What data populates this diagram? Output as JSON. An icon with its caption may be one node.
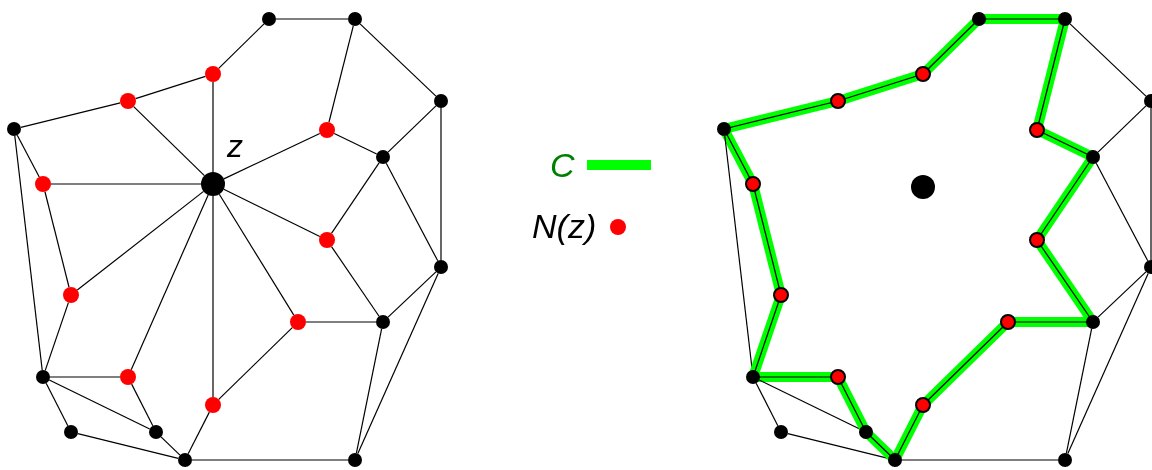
{
  "diagram": {
    "nodes": [
      {
        "text": [],
        "shape": "circle"
      },
      {
        "text": [],
        "shape": "circle"
      },
      {
        "text": [],
        "shape": "circle"
      },
      {
        "text": [],
        "shape": "circle"
      },
      {
        "text": [],
        "shape": "circle"
      },
      {
        "text": [],
        "shape": "circle"
      },
      {
        "text": [],
        "shape": "circle"
      },
      {
        "text": [],
        "shape": "circle"
      },
      {
        "text": [],
        "shape": "circle",
        "beside": [
          "z"
        ]
      },
      {
        "text": [],
        "shape": "circle"
      },
      {
        "text": [],
        "shape": "circle"
      },
      {
        "text": [],
        "shape": "circle"
      },
      {
        "text": [],
        "shape": "circle"
      },
      {
        "text": [],
        "shape": "circle"
      },
      {
        "text": [],
        "shape": "circle"
      },
      {
        "text": [],
        "shape": "circle"
      },
      {
        "text": [],
        "shape": "circle"
      },
      {
        "text": [],
        "shape": "circle"
      },
      {
        "text": [],
        "shape": "circle"
      },
      {
        "text": [],
        "shape": "circle"
      },
      {
        "text": [],
        "shape": "circle"
      },
      {
        "text": [],
        "shape": "circle"
      },
      {
        "text": [],
        "shape": "circle"
      },
      {
        "text": [],
        "shape": "circle"
      },
      {
        "text": [],
        "shape": "circle"
      },
      {
        "text": [],
        "shape": "circle"
      },
      {
        "text": [],
        "shape": "circle"
      },
      {
        "text": [],
        "shape": "circle"
      },
      {
        "text": [],
        "shape": "circle"
      },
      {
        "text": [],
        "shape": "circle"
      },
      {
        "text": [],
        "shape": "circle"
      },
      {
        "text": [],
        "shape": "circle"
      },
      {
        "text": [],
        "shape": "circle"
      },
      {
        "text": [],
        "shape": "circle"
      },
      {
        "text": [],
        "shape": "circle"
      },
      {
        "text": [],
        "shape": "circle"
      },
      {
        "text": [],
        "shape": "circle"
      },
      {
        "text": [],
        "shape": "circle"
      },
      {
        "text": [],
        "shape": "circle"
      },
      {
        "text": [],
        "shape": "circle"
      },
      {
        "text": [],
        "shape": "circle"
      },
      {
        "text": [],
        "shape": "circle"
      },
      {
        "text": [],
        "shape": "circle"
      },
      {
        "text": [],
        "shape": "circle"
      }
    ],
    "edges": [
      {
        "from": 0,
        "to": 1,
        "arrow": "none"
      },
      {
        "from": 1,
        "to": 4,
        "arrow": "none"
      },
      {
        "from": 0,
        "to": 2,
        "arrow": "none"
      },
      {
        "from": 1,
        "to": 6,
        "arrow": "none"
      },
      {
        "from": 2,
        "to": 3,
        "arrow": "none"
      },
      {
        "from": 3,
        "to": 5,
        "arrow": "none"
      },
      {
        "from": 5,
        "to": 9,
        "arrow": "none"
      },
      {
        "from": 5,
        "to": 15,
        "arrow": "none"
      },
      {
        "from": 9,
        "to": 12,
        "arrow": "none"
      },
      {
        "from": 12,
        "to": 15,
        "arrow": "none"
      },
      {
        "from": 4,
        "to": 7,
        "arrow": "none"
      },
      {
        "from": 4,
        "to": 11,
        "arrow": "none"
      },
      {
        "from": 6,
        "to": 7,
        "arrow": "none"
      },
      {
        "from": 7,
        "to": 10,
        "arrow": "none"
      },
      {
        "from": 7,
        "to": 11,
        "arrow": "none"
      },
      {
        "from": 10,
        "to": 14,
        "arrow": "none"
      },
      {
        "from": 11,
        "to": 14,
        "arrow": "none"
      },
      {
        "from": 11,
        "to": 21,
        "arrow": "none"
      },
      {
        "from": 14,
        "to": 21,
        "arrow": "none"
      },
      {
        "from": 13,
        "to": 14,
        "arrow": "none"
      },
      {
        "from": 13,
        "to": 17,
        "arrow": "none"
      },
      {
        "from": 17,
        "to": 20,
        "arrow": "none"
      },
      {
        "from": 20,
        "to": 21,
        "arrow": "none"
      },
      {
        "from": 15,
        "to": 16,
        "arrow": "none"
      },
      {
        "from": 15,
        "to": 19,
        "arrow": "none"
      },
      {
        "from": 15,
        "to": 18,
        "arrow": "none"
      },
      {
        "from": 18,
        "to": 20,
        "arrow": "none"
      },
      {
        "from": 16,
        "to": 19,
        "arrow": "none"
      },
      {
        "from": 19,
        "to": 20,
        "arrow": "none"
      },
      {
        "from": 8,
        "to": 2,
        "arrow": "none"
      },
      {
        "from": 8,
        "to": 3,
        "arrow": "none"
      },
      {
        "from": 8,
        "to": 6,
        "arrow": "none"
      },
      {
        "from": 8,
        "to": 9,
        "arrow": "none"
      },
      {
        "from": 8,
        "to": 10,
        "arrow": "none"
      },
      {
        "from": 8,
        "to": 12,
        "arrow": "none"
      },
      {
        "from": 8,
        "to": 13,
        "arrow": "none"
      },
      {
        "from": 8,
        "to": 16,
        "arrow": "none"
      },
      {
        "from": 8,
        "to": 17,
        "arrow": "none"
      },
      {
        "from": 22,
        "to": 23,
        "arrow": "none",
        "style": "thick",
        "color": "#00ff00"
      },
      {
        "from": 23,
        "to": 26,
        "arrow": "none"
      },
      {
        "from": 22,
        "to": 24,
        "arrow": "none",
        "style": "thick",
        "color": "#00ff00"
      },
      {
        "from": 23,
        "to": 28,
        "arrow": "none",
        "style": "thick",
        "color": "#00ff00"
      },
      {
        "from": 24,
        "to": 25,
        "arrow": "none",
        "style": "thick",
        "color": "#00ff00"
      },
      {
        "from": 25,
        "to": 27,
        "arrow": "none",
        "style": "thick",
        "color": "#00ff00"
      },
      {
        "from": 27,
        "to": 31,
        "arrow": "none",
        "style": "thick",
        "color": "#00ff00"
      },
      {
        "from": 27,
        "to": 37,
        "arrow": "none"
      },
      {
        "from": 31,
        "to": 34,
        "arrow": "none",
        "style": "thick",
        "color": "#00ff00"
      },
      {
        "from": 34,
        "to": 37,
        "arrow": "none",
        "style": "thick",
        "color": "#00ff00"
      },
      {
        "from": 26,
        "to": 29,
        "arrow": "none"
      },
      {
        "from": 26,
        "to": 33,
        "arrow": "none"
      },
      {
        "from": 28,
        "to": 29,
        "arrow": "none",
        "style": "thick",
        "color": "#00ff00"
      },
      {
        "from": 29,
        "to": 32,
        "arrow": "none",
        "style": "thick",
        "color": "#00ff00"
      },
      {
        "from": 29,
        "to": 33,
        "arrow": "none"
      },
      {
        "from": 32,
        "to": 36,
        "arrow": "none",
        "style": "thick",
        "color": "#00ff00"
      },
      {
        "from": 33,
        "to": 36,
        "arrow": "none"
      },
      {
        "from": 33,
        "to": 43,
        "arrow": "none"
      },
      {
        "from": 36,
        "to": 43,
        "arrow": "none"
      },
      {
        "from": 35,
        "to": 36,
        "arrow": "none",
        "style": "thick",
        "color": "#00ff00"
      },
      {
        "from": 35,
        "to": 39,
        "arrow": "none",
        "style": "thick",
        "color": "#00ff00"
      },
      {
        "from": 39,
        "to": 42,
        "arrow": "none",
        "style": "thick",
        "color": "#00ff00"
      },
      {
        "from": 42,
        "to": 43,
        "arrow": "none"
      },
      {
        "from": 37,
        "to": 38,
        "arrow": "none",
        "style": "thick",
        "color": "#00ff00"
      },
      {
        "from": 37,
        "to": 41,
        "arrow": "none"
      },
      {
        "from": 37,
        "to": 40,
        "arrow": "none"
      },
      {
        "from": 40,
        "to": 42,
        "arrow": "none"
      },
      {
        "from": 38,
        "to": 41,
        "arrow": "none",
        "style": "thick",
        "color": "#00ff00"
      },
      {
        "from": 41,
        "to": 42,
        "arrow": "none",
        "style": "thick",
        "color": "#00ff00"
      }
    ],
    "legend": [
      {
        "text": "C",
        "color": "#00ff00"
      },
      {
        "text": "N(z)",
        "color": "#ff0000"
      }
    ]
  }
}
